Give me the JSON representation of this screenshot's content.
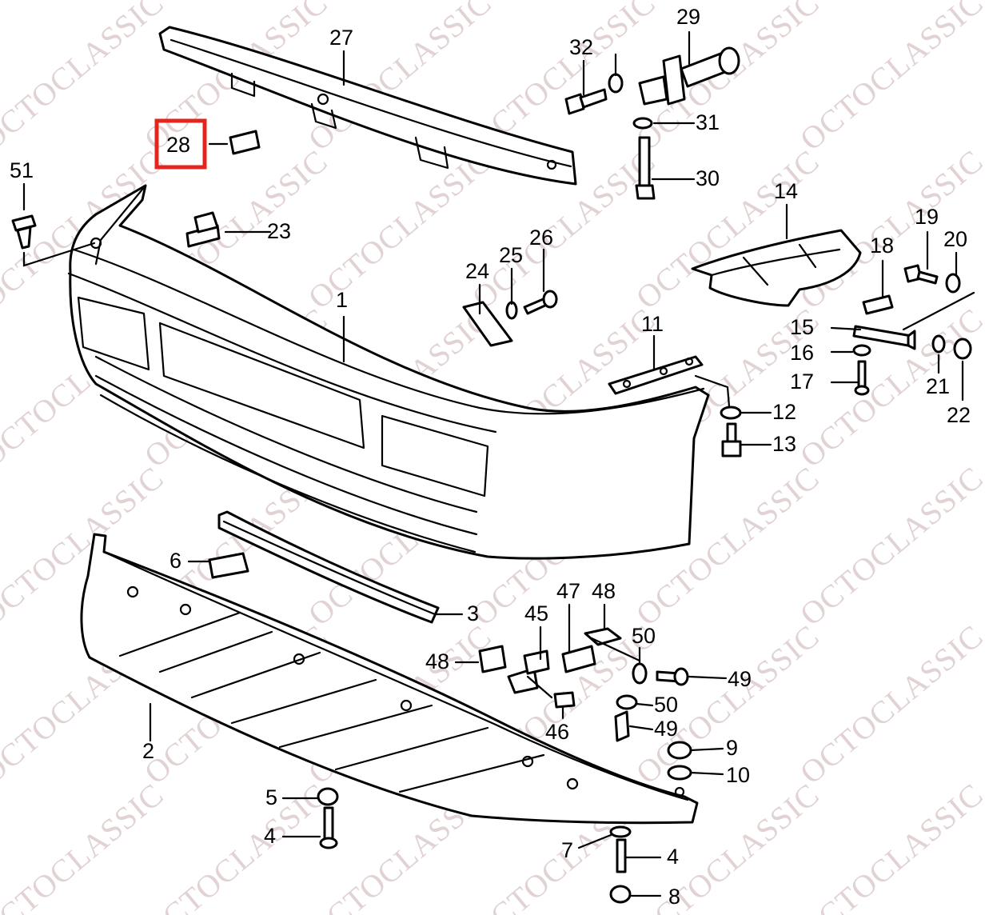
{
  "watermark": {
    "text": "OCTOCLASSIC",
    "color": "#c9aeb0"
  },
  "highlight": {
    "part": "28",
    "color": "#e3251e"
  },
  "parts": [
    "1",
    "2",
    "3",
    "4",
    "4",
    "5",
    "6",
    "7",
    "8",
    "9",
    "10",
    "11",
    "12",
    "13",
    "14",
    "15",
    "16",
    "17",
    "18",
    "19",
    "20",
    "21",
    "22",
    "23",
    "24",
    "25",
    "26",
    "27",
    "28",
    "29",
    "30",
    "31",
    "32",
    "45",
    "46",
    "47",
    "48",
    "48",
    "49",
    "49",
    "50",
    "50",
    "51"
  ]
}
